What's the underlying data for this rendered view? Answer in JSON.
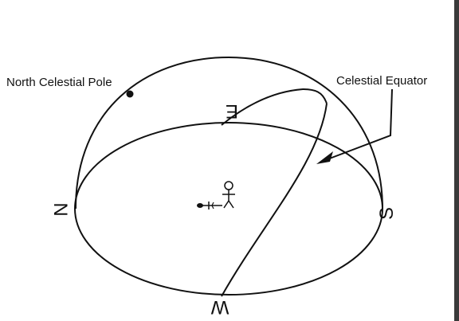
{
  "labels": {
    "north_celestial_pole": "North Celestial Pole",
    "celestial_equator": "Celestial Equator"
  },
  "directions": {
    "north": "N",
    "south": "S",
    "east": "E",
    "west": "W"
  },
  "colors": {
    "ink": "#111111",
    "background": "#ffffff",
    "frame": "#3a3a3a"
  },
  "icons": {
    "observer": "stick-figure-icon",
    "pointing_arm": "arrow-icon"
  }
}
